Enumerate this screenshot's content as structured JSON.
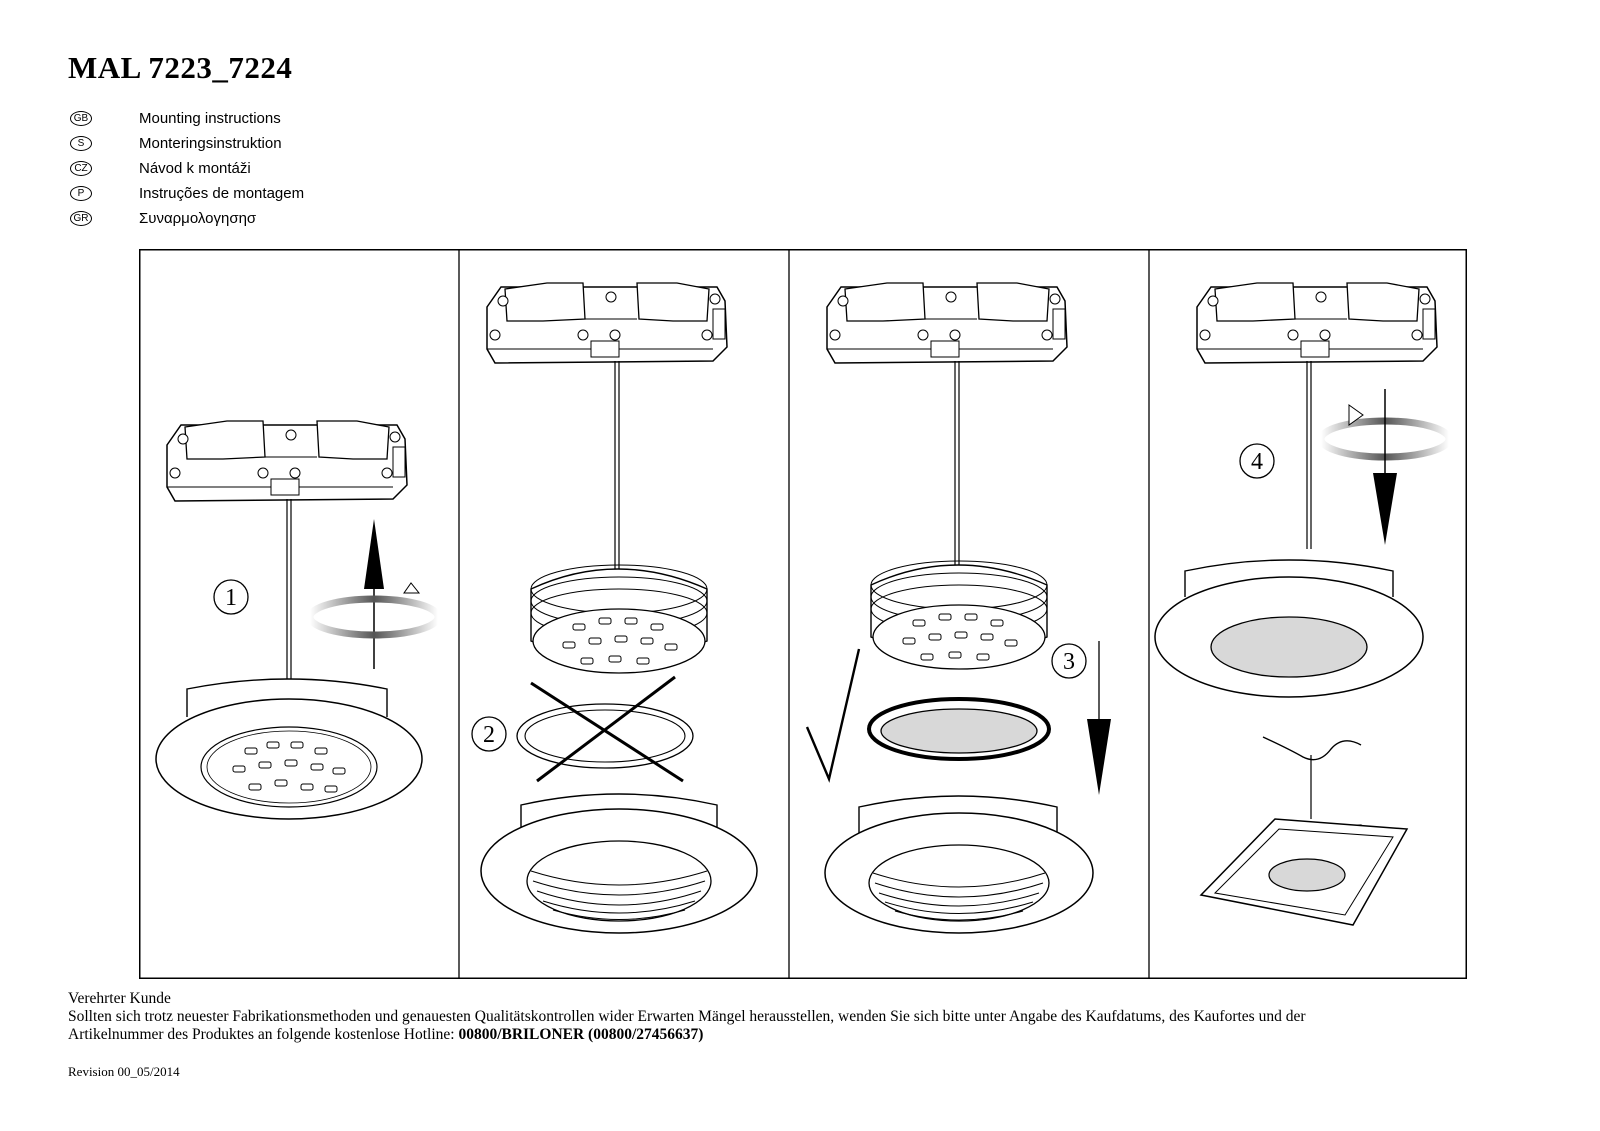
{
  "document": {
    "title": "MAL 7223_7224"
  },
  "languages": [
    {
      "code": "GB",
      "label": "Mounting instructions"
    },
    {
      "code": "S",
      "label": "Monteringsinstruktion"
    },
    {
      "code": "CZ",
      "label": "Návod k montáži"
    },
    {
      "code": "P",
      "label": "Instruções de montagem"
    },
    {
      "code": "GR",
      "label": "Συναρμολογησησ"
    }
  ],
  "steps": [
    {
      "number": "1"
    },
    {
      "number": "2"
    },
    {
      "number": "3"
    },
    {
      "number": "4"
    }
  ],
  "footer": {
    "greeting": "Verehrter Kunde",
    "body_line1": "Sollten sich trotz neuester Fabrikationsmethoden und genauesten Qualitätskontrollen wider Erwarten Mängel herausstellen, wenden Sie sich bitte unter Angabe des Kaufdatums, des Kaufortes und der",
    "body_line2": "Artikelnummer des Produktes an folgende kostenlose Hotline: ",
    "hotline": "00800/BRILONER (00800/27456637)",
    "revision": "Revision 00_05/2014"
  }
}
